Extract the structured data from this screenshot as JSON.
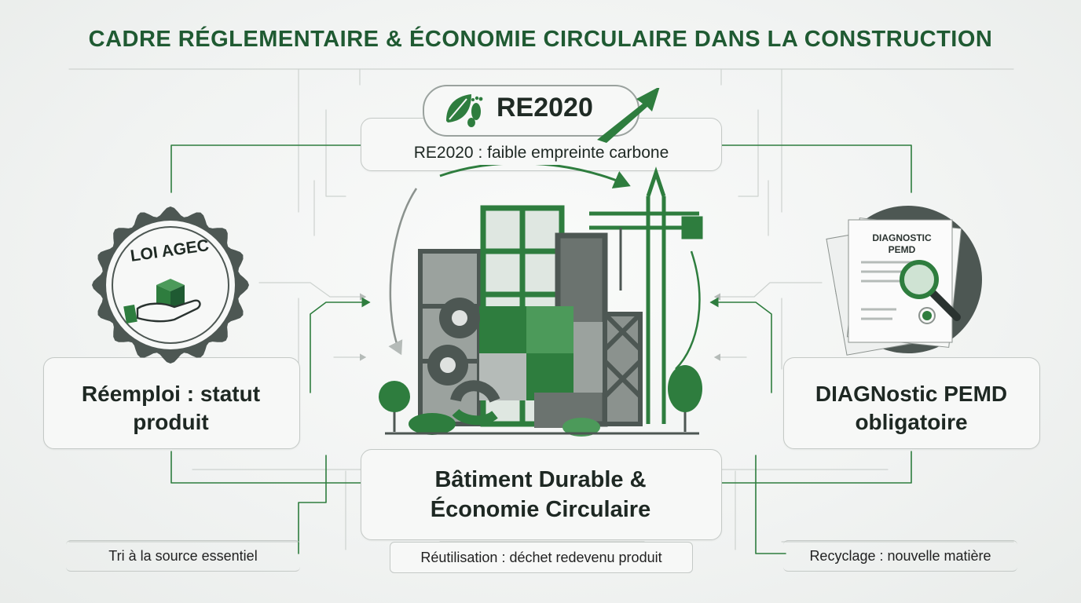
{
  "title": "CADRE RÉGLEMENTAIRE & ÉCONOMIE CIRCULAIRE DANS LA CONSTRUCTION",
  "re2020": {
    "label": "RE2020",
    "caption": "RE2020 : faible empreinte carbone",
    "icons": [
      "leaf-icon",
      "footprint-icon",
      "arrow-up-icon"
    ]
  },
  "left": {
    "seal_text": "LOI AGEC",
    "label": "Réemploi : statut produit",
    "icons": [
      "box-icon",
      "hand-icon"
    ]
  },
  "right": {
    "doc_text": "DIAGNOSTIC PEMD",
    "label": "DIAGNostic PEMD obligatoire",
    "icons": [
      "document-icon",
      "magnifier-icon"
    ]
  },
  "center": {
    "label": "Bâtiment Durable & Économie Circulaire",
    "icons": [
      "building-icon",
      "crane-icon",
      "gear-icon",
      "puzzle-icon",
      "tree-icon",
      "cycle-arrow-icon"
    ]
  },
  "captions": {
    "bottom_left": "Tri à la source essentiel",
    "bottom_center": "Réutilisation : déchet redevenu produit",
    "bottom_right": "Recyclage : nouvelle matière"
  },
  "colors": {
    "green_dark": "#1f5a32",
    "green": "#2e7d3e",
    "green_light": "#4c9a5a",
    "grey_dark": "#4d5753",
    "grey": "#8b928e",
    "line": "#c4c9c6"
  }
}
